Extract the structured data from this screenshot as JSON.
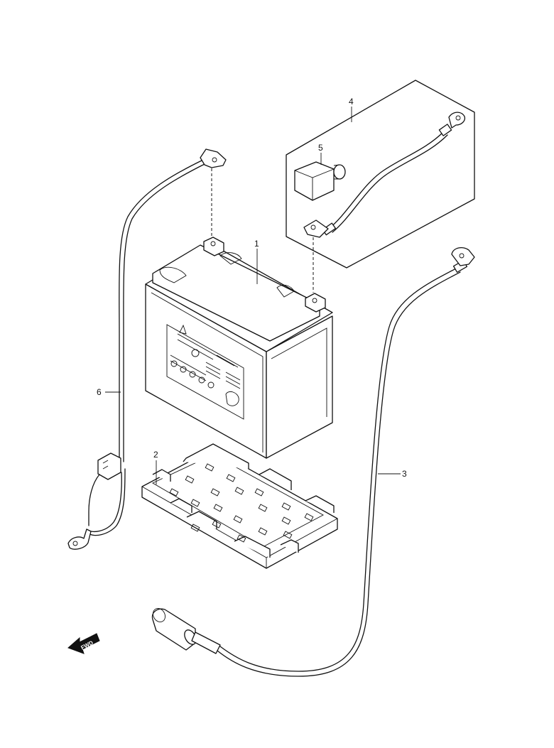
{
  "diagram": {
    "callouts": [
      {
        "id": "1",
        "label": "1"
      },
      {
        "id": "2",
        "label": "2"
      },
      {
        "id": "3",
        "label": "3"
      },
      {
        "id": "4",
        "label": "4"
      },
      {
        "id": "5",
        "label": "5"
      },
      {
        "id": "6",
        "label": "6"
      }
    ],
    "direction_marker": {
      "text": "FWD",
      "icon": "forward-arrow-icon"
    }
  }
}
